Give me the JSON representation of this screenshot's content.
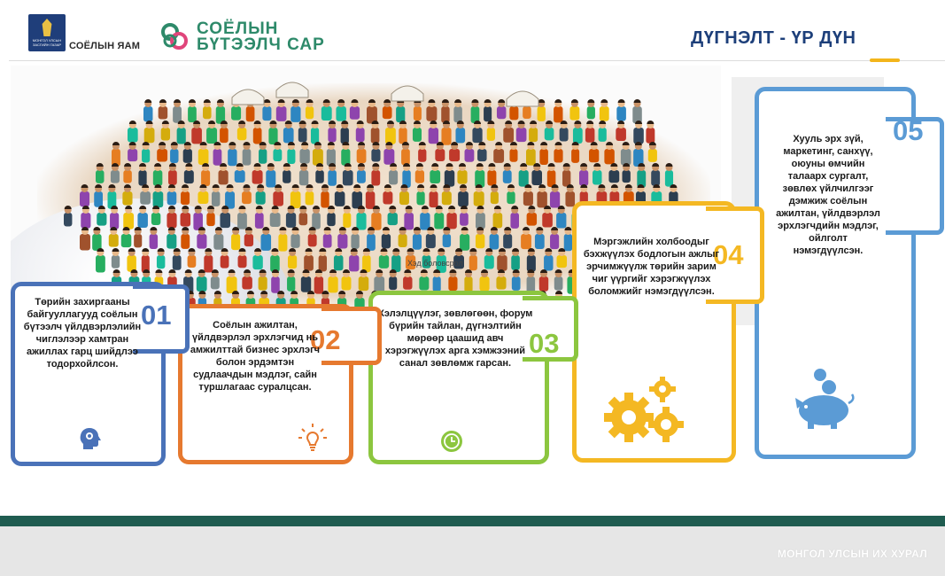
{
  "header": {
    "emblem_text": "МОНГОЛ УЛСЫН ЗАСГИЙН ГАЗАР",
    "ministry": "СОЁЛЫН ЯАМ",
    "logo_line1": "СОЁЛЫН",
    "logo_line2": "БҮТЭЭЛЧ САР",
    "title": "ДҮГНЭЛТ - ҮР ДҮН"
  },
  "hero": {
    "caption": "Хэд боловсрол"
  },
  "cards": [
    {
      "number": "01",
      "text": "Төрийн захиргааны байгууллагууд соёлын бүтээлч үйлдвэрлэлийн чиглэлээр хамтран ажиллах гарц шийдлээ тодорхойлсон.",
      "icon": "head-gears-icon",
      "color": "#4a72b8"
    },
    {
      "number": "02",
      "text": "Соёлын ажилтан, үйлдвэрлэл эрхлэгчид нь амжилттай бизнес эрхлэгч болон эрдэмтэн судлаачдын мэдлэг, сайн туршлагаас суралцсан.",
      "icon": "lightbulb-icon",
      "color": "#e6792f"
    },
    {
      "number": "03",
      "text": "Хэлэлцүүлэг, зөвлөгөөн, форум бүрийн тайлан, дүгнэлтийн мөрөөр цаашид авч хэрэгжүүлэх арга хэмжээний санал зөвлөмж гарсан.",
      "icon": "clock-icon",
      "color": "#8cc63f"
    },
    {
      "number": "04",
      "text": "Мэргэжлийн холбоодыг бэхжүүлэх бодлогын ажлыг эрчимжүүлж төрийн зарим чиг үүргийг хэрэгжүүлэх боломжийг нэмэгдүүлсэн.",
      "icon": "gears-icon",
      "color": "#f4b823"
    },
    {
      "number": "05",
      "text": "Хууль эрх зүй, маркетинг, санхүү, оюуны өмчийн талаарх сургалт, зөвлөх үйлчилгээг дэмжиж соёлын ажилтан, үйлдвэрлэл эрхлэгчдийн мэдлэг, ойлголт нэмэгдүүлсэн.",
      "icon": "piggy-bank-icon",
      "color": "#5b9bd5"
    }
  ],
  "footer": {
    "text": "МОНГОЛ УЛСЫН ИХ ХУРАЛ"
  },
  "colors": {
    "title": "#1d3f7a",
    "accent": "#f3b51b",
    "footer_bar": "#1f5c50",
    "logo_green": "#2e8a6a"
  }
}
